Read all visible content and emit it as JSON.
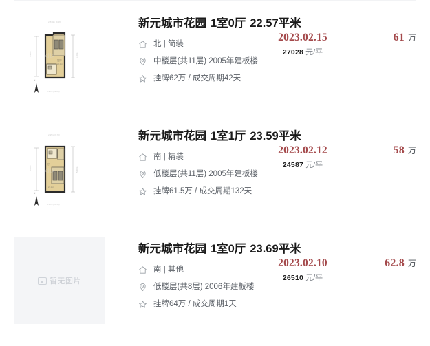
{
  "colors": {
    "accent_red": "#a4494b",
    "text_primary": "#1a1a1a",
    "text_secondary": "#5a5f66",
    "divider": "#f2f3f5",
    "placeholder_bg": "#f4f5f7"
  },
  "placeholder": {
    "icon": "image-icon",
    "label": "暂无图片"
  },
  "units": {
    "unit_price_suffix": "元/平",
    "total_price_suffix": "万"
  },
  "listings": [
    {
      "thumb_type": "floorplan",
      "community": "新元城市花园",
      "layout": "1室0厅",
      "area": "22.57平米",
      "orientation_decoration": "北 | 简装",
      "floor_building": "中楼层(共11层) 2005年建板楼",
      "listing_cycle": "挂牌62万 / 成交周期42天",
      "deal_date": "2023.02.15",
      "unit_price": "27028",
      "total_price": "61"
    },
    {
      "thumb_type": "floorplan",
      "community": "新元城市花园",
      "layout": "1室1厅",
      "area": "23.59平米",
      "orientation_decoration": "南 | 精装",
      "floor_building": "低楼层(共11层) 2005年建板楼",
      "listing_cycle": "挂牌61.5万 / 成交周期132天",
      "deal_date": "2023.02.12",
      "unit_price": "24587",
      "total_price": "58"
    },
    {
      "thumb_type": "empty",
      "community": "新元城市花园",
      "layout": "1室0厅",
      "area": "23.69平米",
      "orientation_decoration": "南 | 其他",
      "floor_building": "低楼层(共8层) 2006年建板楼",
      "listing_cycle": "挂牌64万 / 成交周期1天",
      "deal_date": "2023.02.10",
      "unit_price": "26510",
      "total_price": "62.8"
    }
  ],
  "icons": {
    "orientation": "home-icon",
    "floor": "location-pin-icon",
    "cycle": "star-icon"
  }
}
